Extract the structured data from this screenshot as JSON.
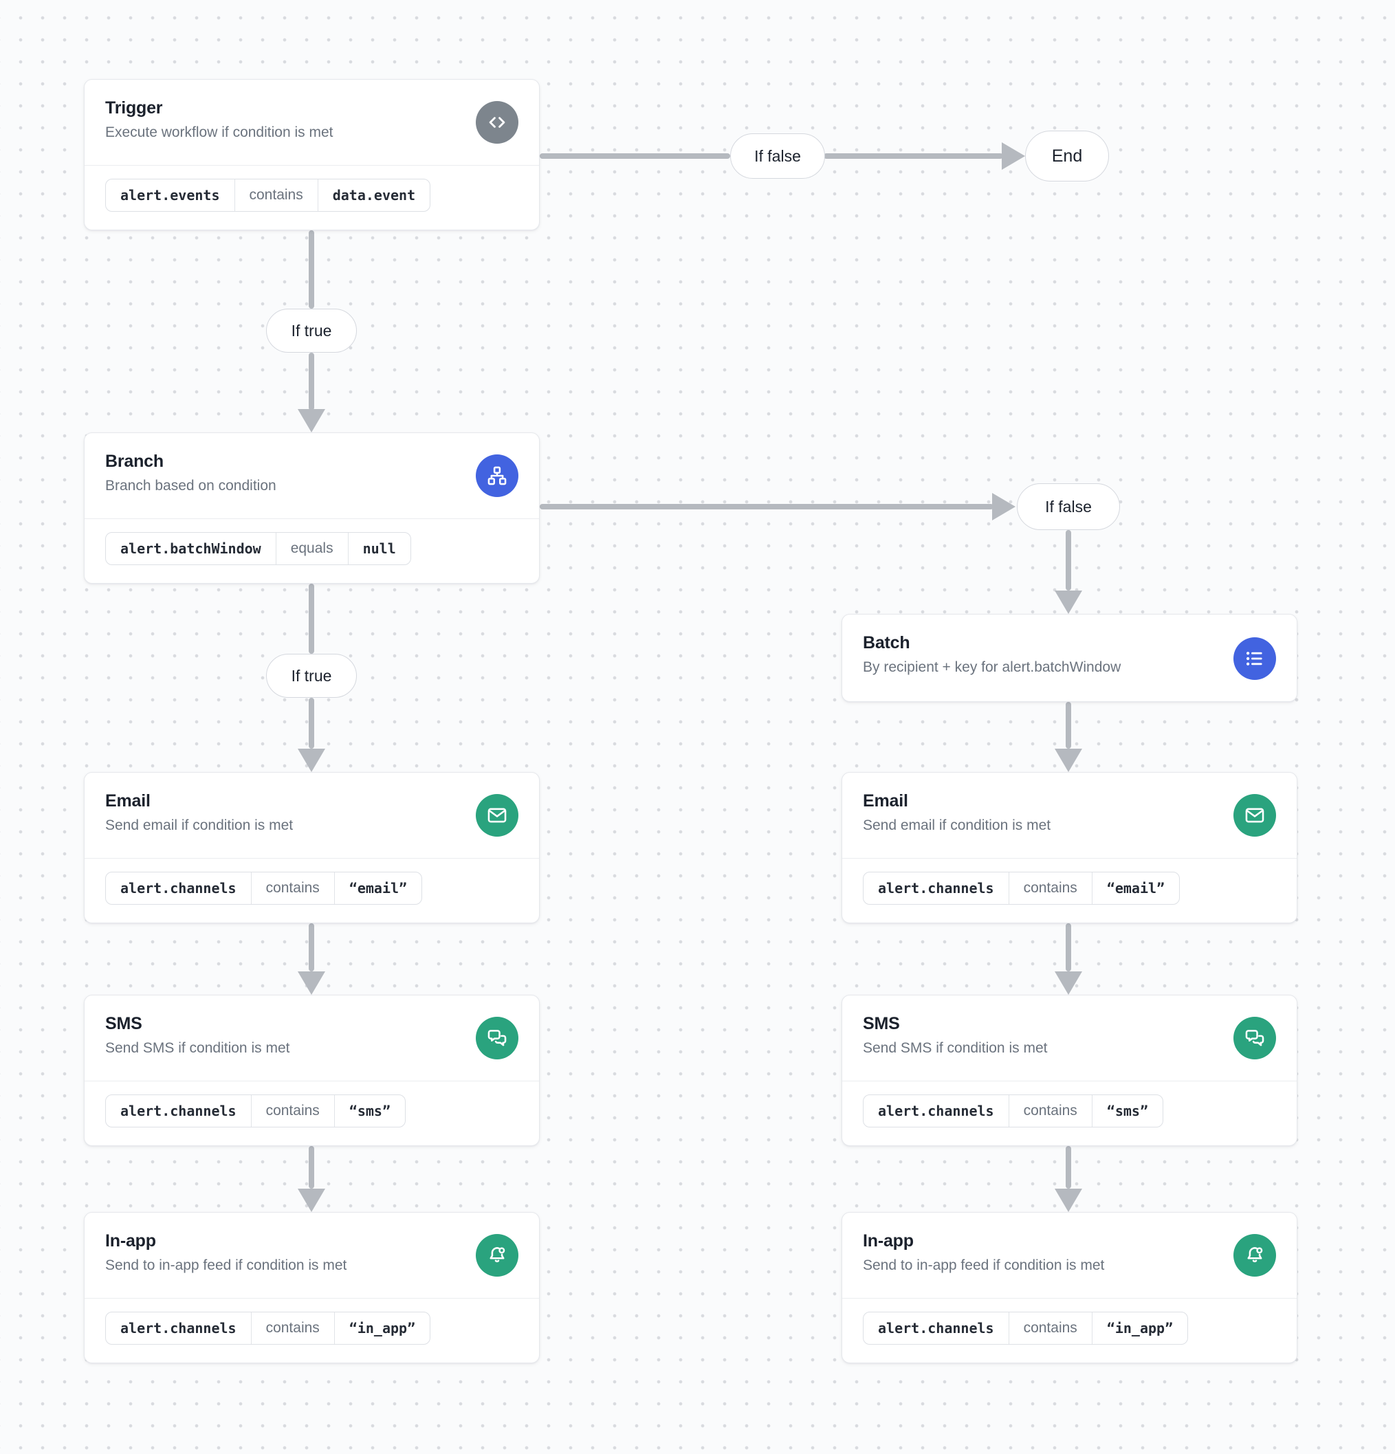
{
  "colors": {
    "background": "#fafbfc",
    "dot_grid": "#d9dbdf",
    "card_background": "#ffffff",
    "card_border": "#e6e8ec",
    "title_text": "#1b212c",
    "subtitle_text": "#6b737e",
    "chip_border": "#dde0e5",
    "chip_code_text": "#252b35",
    "chip_operator_text": "#6b737e",
    "arrow": "#b5b9bf",
    "icon_gray": "#7d858d",
    "icon_blue": "#4263e0",
    "icon_green": "#2aa37e"
  },
  "nodes": {
    "trigger": {
      "title": "Trigger",
      "subtitle": "Execute workflow if condition is met",
      "icon": "code-icon",
      "icon_color": "#7d858d",
      "condition": {
        "field": "alert.events",
        "operator": "contains",
        "value": "data.event"
      }
    },
    "branch": {
      "title": "Branch",
      "subtitle": "Branch based on condition",
      "icon": "hierarchy-icon",
      "icon_color": "#4263e0",
      "condition": {
        "field": "alert.batchWindow",
        "operator": "equals",
        "value": "null"
      }
    },
    "batch": {
      "title": "Batch",
      "subtitle": "By recipient + key for alert.batchWindow",
      "icon": "list-icon",
      "icon_color": "#4263e0"
    },
    "email": {
      "title": "Email",
      "subtitle": "Send email if condition is met",
      "icon": "envelope-icon",
      "icon_color": "#2aa37e",
      "condition": {
        "field": "alert.channels",
        "operator": "contains",
        "value": "“email”"
      }
    },
    "sms": {
      "title": "SMS",
      "subtitle": "Send SMS if condition is met",
      "icon": "chat-bubbles-icon",
      "icon_color": "#2aa37e",
      "condition": {
        "field": "alert.channels",
        "operator": "contains",
        "value": "“sms”"
      }
    },
    "in_app": {
      "title": "In-app",
      "subtitle": "Send to in-app feed if condition is met",
      "icon": "bell-icon",
      "icon_color": "#2aa37e",
      "condition": {
        "field": "alert.channels",
        "operator": "contains",
        "value": "“in_app”"
      }
    }
  },
  "edges": {
    "if_true_upper": {
      "label": "If true"
    },
    "if_false_top": {
      "label": "If false"
    },
    "end": {
      "label": "End"
    },
    "if_true_lower": {
      "label": "If true"
    },
    "if_false_branch": {
      "label": "If false"
    }
  }
}
